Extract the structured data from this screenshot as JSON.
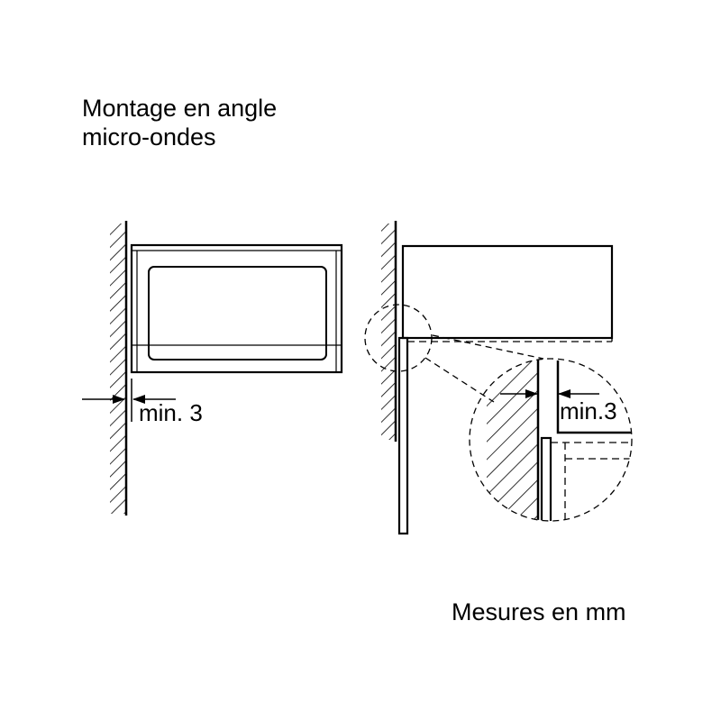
{
  "title": {
    "line1": "Montage en angle",
    "line2": "micro-ondes"
  },
  "front_view": {
    "dimension_label": "min. 3"
  },
  "side_view": {
    "detail_dimension_label": "min.3"
  },
  "footer": {
    "units_note": "Mesures en mm"
  },
  "colors": {
    "line": "#000000",
    "background": "#ffffff"
  }
}
